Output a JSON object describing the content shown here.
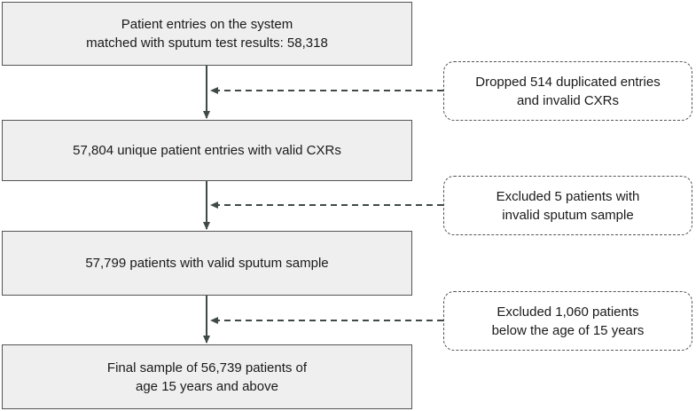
{
  "flow": {
    "steps": [
      {
        "text": "Patient entries on the system\nmatched with sputum test results: 58,318"
      },
      {
        "text": "57,804 unique patient entries with valid CXRs"
      },
      {
        "text": "57,799 patients with valid sputum sample"
      },
      {
        "text": "Final sample of 56,739 patients of\nage 15 years and above"
      }
    ],
    "exclusions": [
      {
        "text": "Dropped 514 duplicated entries\nand invalid CXRs"
      },
      {
        "text": "Excluded 5 patients with\ninvalid sputum sample"
      },
      {
        "text": "Excluded 1,060 patients\nbelow the age of 15 years"
      }
    ]
  },
  "colors": {
    "box_fill": "#efefef",
    "border": "#555555",
    "arrow": "#3f4a45"
  }
}
